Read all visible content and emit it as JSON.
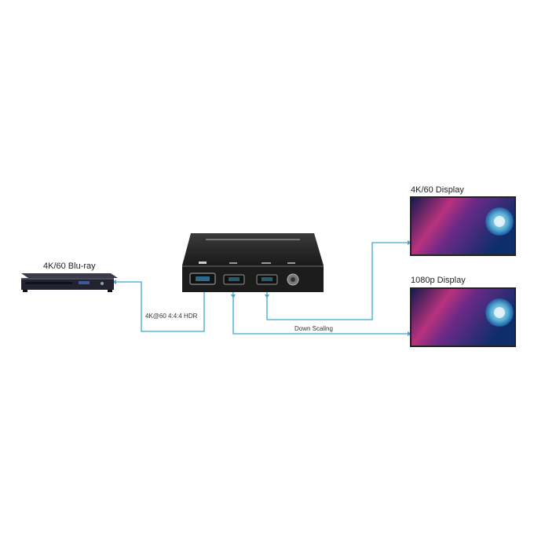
{
  "devices": {
    "source": {
      "label": "4K/60 Blu-ray"
    },
    "display_4k": {
      "label": "4K/60 Display"
    },
    "display_1080p": {
      "label": "1080p Display"
    }
  },
  "connections": {
    "input_label": "4K@60 4:4:4 HDR",
    "downscale_label": "Down Scaling"
  },
  "colors": {
    "cable": "#3aa8d8",
    "device_body": "#1e1e1e",
    "screen_bg": "#1a2a66",
    "screen_accent": "#c23a8a",
    "flower": "#5fc8e8"
  },
  "icons": {
    "player": "bluray-player-icon",
    "splitter": "hdmi-splitter-icon",
    "display": "display-icon"
  }
}
